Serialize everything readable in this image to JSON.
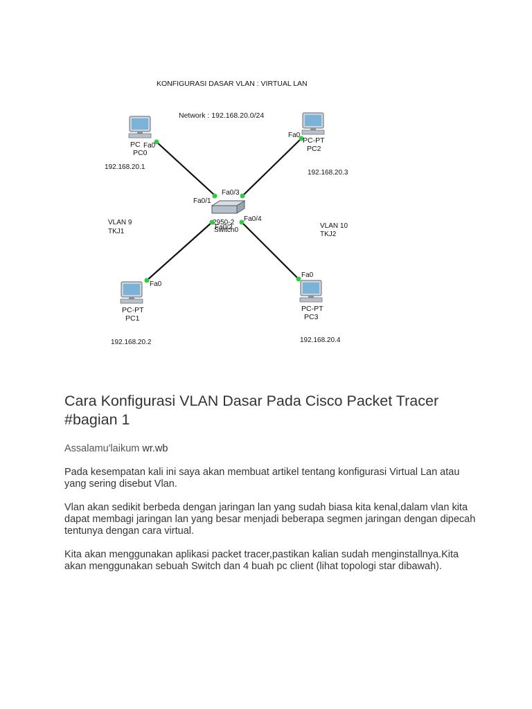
{
  "diagram": {
    "title": "KONFIGURASI DASAR VLAN : VIRTUAL LAN",
    "network": "Network : 192.168.20.0/24",
    "switch": {
      "model": "2950-2",
      "name": "Switch0",
      "ports": [
        "Fa0/1",
        "Fa0/2",
        "Fa0/3",
        "Fa0/4"
      ]
    },
    "pcs": [
      {
        "type": "PC",
        "name": "PC0",
        "port": "Fa0",
        "ip": "192.168.20.1"
      },
      {
        "type": "PC-PT",
        "name": "PC1",
        "port": "Fa0",
        "ip": "192.168.20.2"
      },
      {
        "type": "PC-PT",
        "name": "PC2",
        "port": "Fa0",
        "ip": "192.168.20.3"
      },
      {
        "type": "PC-PT",
        "name": "PC3",
        "port": "Fa0",
        "ip": "192.168.20.4"
      }
    ],
    "vlans": [
      {
        "id": "VLAN 9",
        "name": "TKJ1"
      },
      {
        "id": "VLAN 10",
        "name": "TKJ2"
      }
    ],
    "colors": {
      "link": "#111111",
      "port_led": "#2ecc40"
    }
  },
  "article": {
    "title": "Cara Konfigurasi VLAN Dasar Pada Cisco Packet Tracer #bagian 1",
    "greeting_a": "Assalamu'laikum",
    "greeting_b": " wr.wb",
    "paragraphs": [
      "Pada kesempatan kali ini saya akan membuat artikel tentang konfigurasi Virtual Lan atau yang sering disebut Vlan.",
      "Vlan akan sedikit berbeda dengan jaringan lan yang sudah biasa kita kenal,dalam vlan kita dapat membagi jaringan lan yang besar  menjadi beberapa segmen jaringan dengan dipecah tentunya dengan cara virtual.",
      "Kita akan menggunakan aplikasi packet tracer,pastikan kalian sudah menginstallnya.Kita akan menggunakan sebuah Switch dan 4 buah pc client (lihat topologi star dibawah)."
    ]
  }
}
